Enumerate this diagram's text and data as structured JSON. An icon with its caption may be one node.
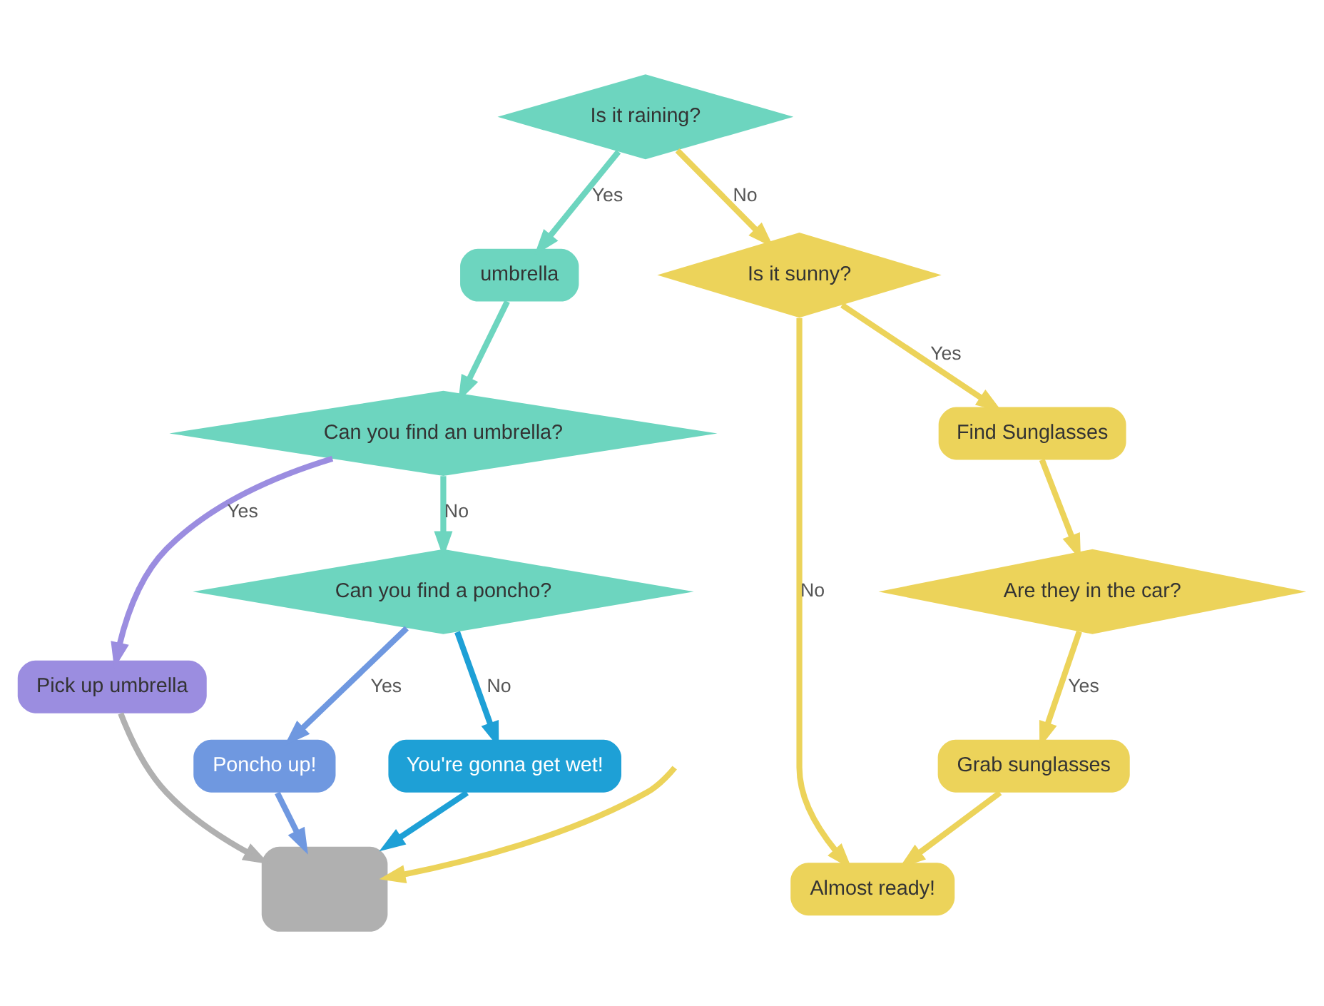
{
  "diagram": {
    "nodes": [
      {
        "text": [
          "Is it raining?"
        ]
      },
      {
        "text": [
          "umbrella"
        ]
      },
      {
        "text": [
          "Can you find an umbrella?"
        ]
      },
      {
        "text": [
          "Pick up umbrella"
        ]
      },
      {
        "text": [
          "Is it sunny?"
        ]
      },
      {
        "text": [
          "Find Sunglasses"
        ]
      },
      {
        "text": [
          "Can you find a poncho?"
        ]
      },
      {
        "text": [
          "Poncho up!"
        ]
      },
      {
        "text": [
          "Are they in the car?"
        ]
      },
      {
        "text": [
          "You're gonna get wet!"
        ]
      },
      {
        "text": [
          "Grab sunglasses"
        ]
      },
      {
        "text": [
          "Almost ready!"
        ]
      },
      {
        "text": [],
        "shape": "box"
      }
    ],
    "edges": [
      {
        "from": 0,
        "to": 1,
        "arrow": "to",
        "label": "Yes",
        "color": "#6dd5bf"
      },
      {
        "from": 1,
        "to": 2,
        "arrow": "to",
        "color": "#6dd5bf"
      },
      {
        "from": 2,
        "to": 3,
        "arrow": "to",
        "label": "Yes",
        "color": "#9b8de0"
      },
      {
        "from": 3,
        "to": 12,
        "arrow": "to",
        "color": "#b0b0b0"
      },
      {
        "from": 0,
        "to": 4,
        "arrow": "to",
        "label": "No"
      },
      {
        "from": 2,
        "to": 6,
        "arrow": "to",
        "label": "No",
        "color": "#6dd5bf"
      },
      {
        "from": 6,
        "to": 7,
        "arrow": "to",
        "label": "Yes",
        "color": "#6f98e0"
      },
      {
        "from": 7,
        "to": 12,
        "arrow": "to",
        "color": "#6f98e0"
      },
      {
        "from": 6,
        "to": 9,
        "arrow": "to",
        "label": "No",
        "color": "#1ea0d6"
      },
      {
        "from": 9,
        "to": 12,
        "arrow": "to",
        "color": "#1ea0d6"
      },
      {
        "from": 4,
        "to": 5,
        "arrow": "to",
        "label": "Yes"
      },
      {
        "from": 4,
        "to": 11,
        "arrow": "to",
        "label": "No"
      },
      {
        "from": 5,
        "to": 8,
        "arrow": "to"
      },
      {
        "from": 8,
        "to": 10,
        "arrow": "to",
        "label": "Yes"
      },
      {
        "from": 10,
        "to": 11,
        "arrow": "to"
      },
      {
        "from": null,
        "to": 12,
        "arrow": "to"
      }
    ]
  }
}
